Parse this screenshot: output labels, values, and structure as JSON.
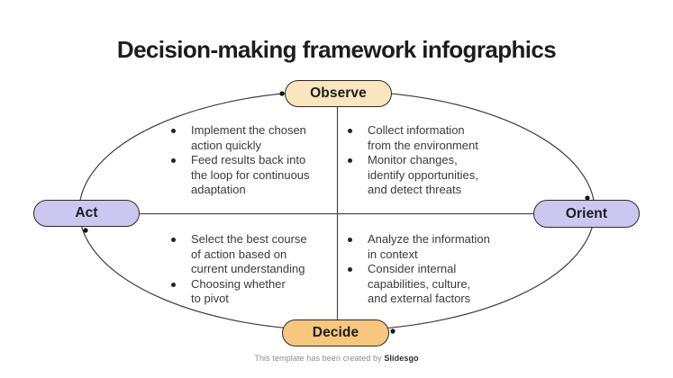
{
  "title": "Decision-making framework infographics",
  "colors": {
    "observe_fill": "#F9E5BE",
    "orient_fill": "#CCC7F1",
    "act_fill": "#CCC7F1",
    "decide_fill": "#F7C77D",
    "pill_outline": "#2D2925",
    "loop_line": "#3C3C3C",
    "body_text": "#3A3A3A"
  },
  "nodes": {
    "observe": {
      "label": "Observe"
    },
    "orient": {
      "label": "Orient"
    },
    "decide": {
      "label": "Decide"
    },
    "act": {
      "label": "Act"
    }
  },
  "quadrants": {
    "top_left": {
      "bullets": [
        "Implement the chosen\naction quickly",
        "Feed results back into\nthe loop for continuous\nadaptation"
      ]
    },
    "top_right": {
      "bullets": [
        "Collect information\nfrom the environment",
        "Monitor changes,\nidentify opportunities,\nand detect threats"
      ]
    },
    "bottom_left": {
      "bullets": [
        "Select the best course\nof action based on\ncurrent understanding",
        "Choosing whether\nto pivot"
      ]
    },
    "bottom_right": {
      "bullets": [
        "Analyze the information\nin context",
        "Consider internal\ncapabilities, culture,\nand external factors"
      ]
    }
  },
  "footer": {
    "prefix": "This template has been created by ",
    "brand": "Slidesgo"
  }
}
